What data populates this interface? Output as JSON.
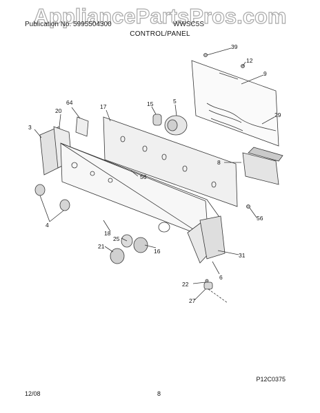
{
  "watermark": "AppliancePartsPros.com",
  "header": {
    "left": "Publication No. 5995504300",
    "right": "WWSC5S",
    "title": "CONTROL/PANEL"
  },
  "callouts": {
    "c39": "39",
    "c12": "12",
    "c9": "9",
    "c5": "5",
    "c15": "15",
    "c17": "17",
    "c64": "64",
    "c20": "20",
    "c3": "3",
    "c29": "29",
    "c8": "8",
    "c56a": "56",
    "c56b": "56",
    "c4": "4",
    "c18": "18",
    "c25": "25",
    "c21": "21",
    "c16": "16",
    "c31": "31",
    "c6": "6",
    "c22": "22",
    "c27": "27"
  },
  "ref_code": "P12C0375",
  "footer": {
    "date": "12/08",
    "page": "8"
  }
}
